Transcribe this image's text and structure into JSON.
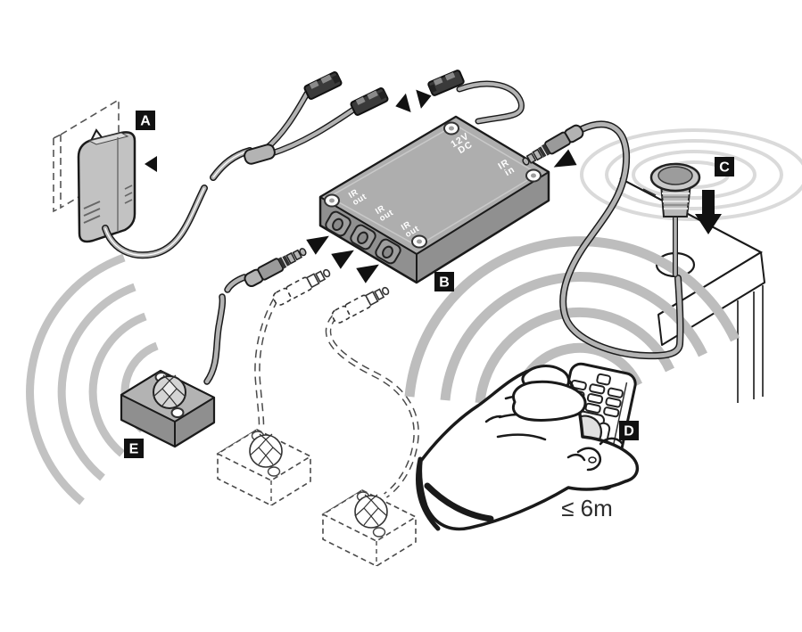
{
  "diagram": {
    "labels": {
      "a": "A",
      "b": "B",
      "c": "C",
      "d": "D",
      "e": "E"
    },
    "hub_ports": {
      "power_line1": "12V",
      "power_line2": "DC",
      "ir_in_line1": "IR",
      "ir_in_line2": "in",
      "ir_out_line1": "IR",
      "ir_out_line2": "out"
    },
    "distance_note": "≤ 6m",
    "colors": {
      "outline": "#1a1a1a",
      "device_top": "#aeaeae",
      "device_side": "#909090",
      "device_light": "#c4c4c4",
      "cable": "#b3b3b3",
      "connector": "#3a3a3a",
      "signal_arc": "#bdbdbd",
      "signal_ring": "#dadada",
      "label_bg": "#111111",
      "label_text": "#ffffff",
      "background": "#ffffff"
    }
  }
}
